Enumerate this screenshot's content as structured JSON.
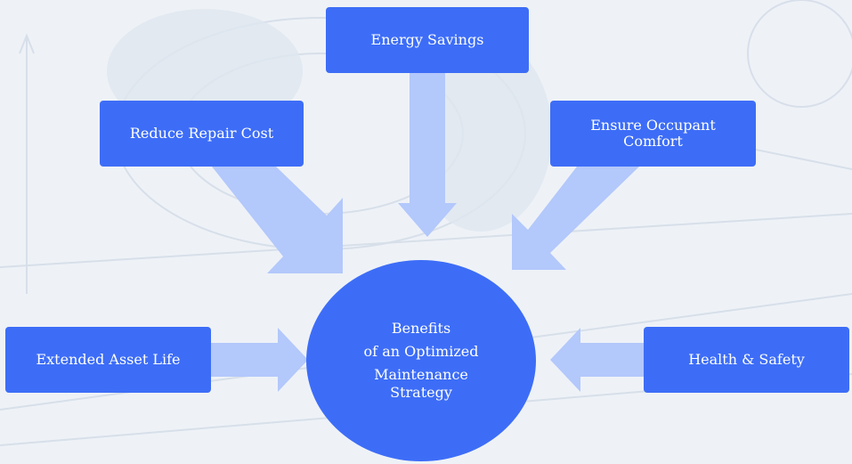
{
  "colors": {
    "box": "#3d6df7",
    "arrow": "#b3c8fb",
    "text": "#ffffff",
    "background": "#eef2f7"
  },
  "center": {
    "lines": [
      "Benefits",
      "of an Optimized",
      "Maintenance",
      "Strategy"
    ]
  },
  "benefits": {
    "energy": "Energy Savings",
    "repair": "Reduce Repair Cost",
    "comfort": "Ensure Occupant\nComfort",
    "asset": "Extended Asset Life",
    "health": "Health & Safety"
  }
}
